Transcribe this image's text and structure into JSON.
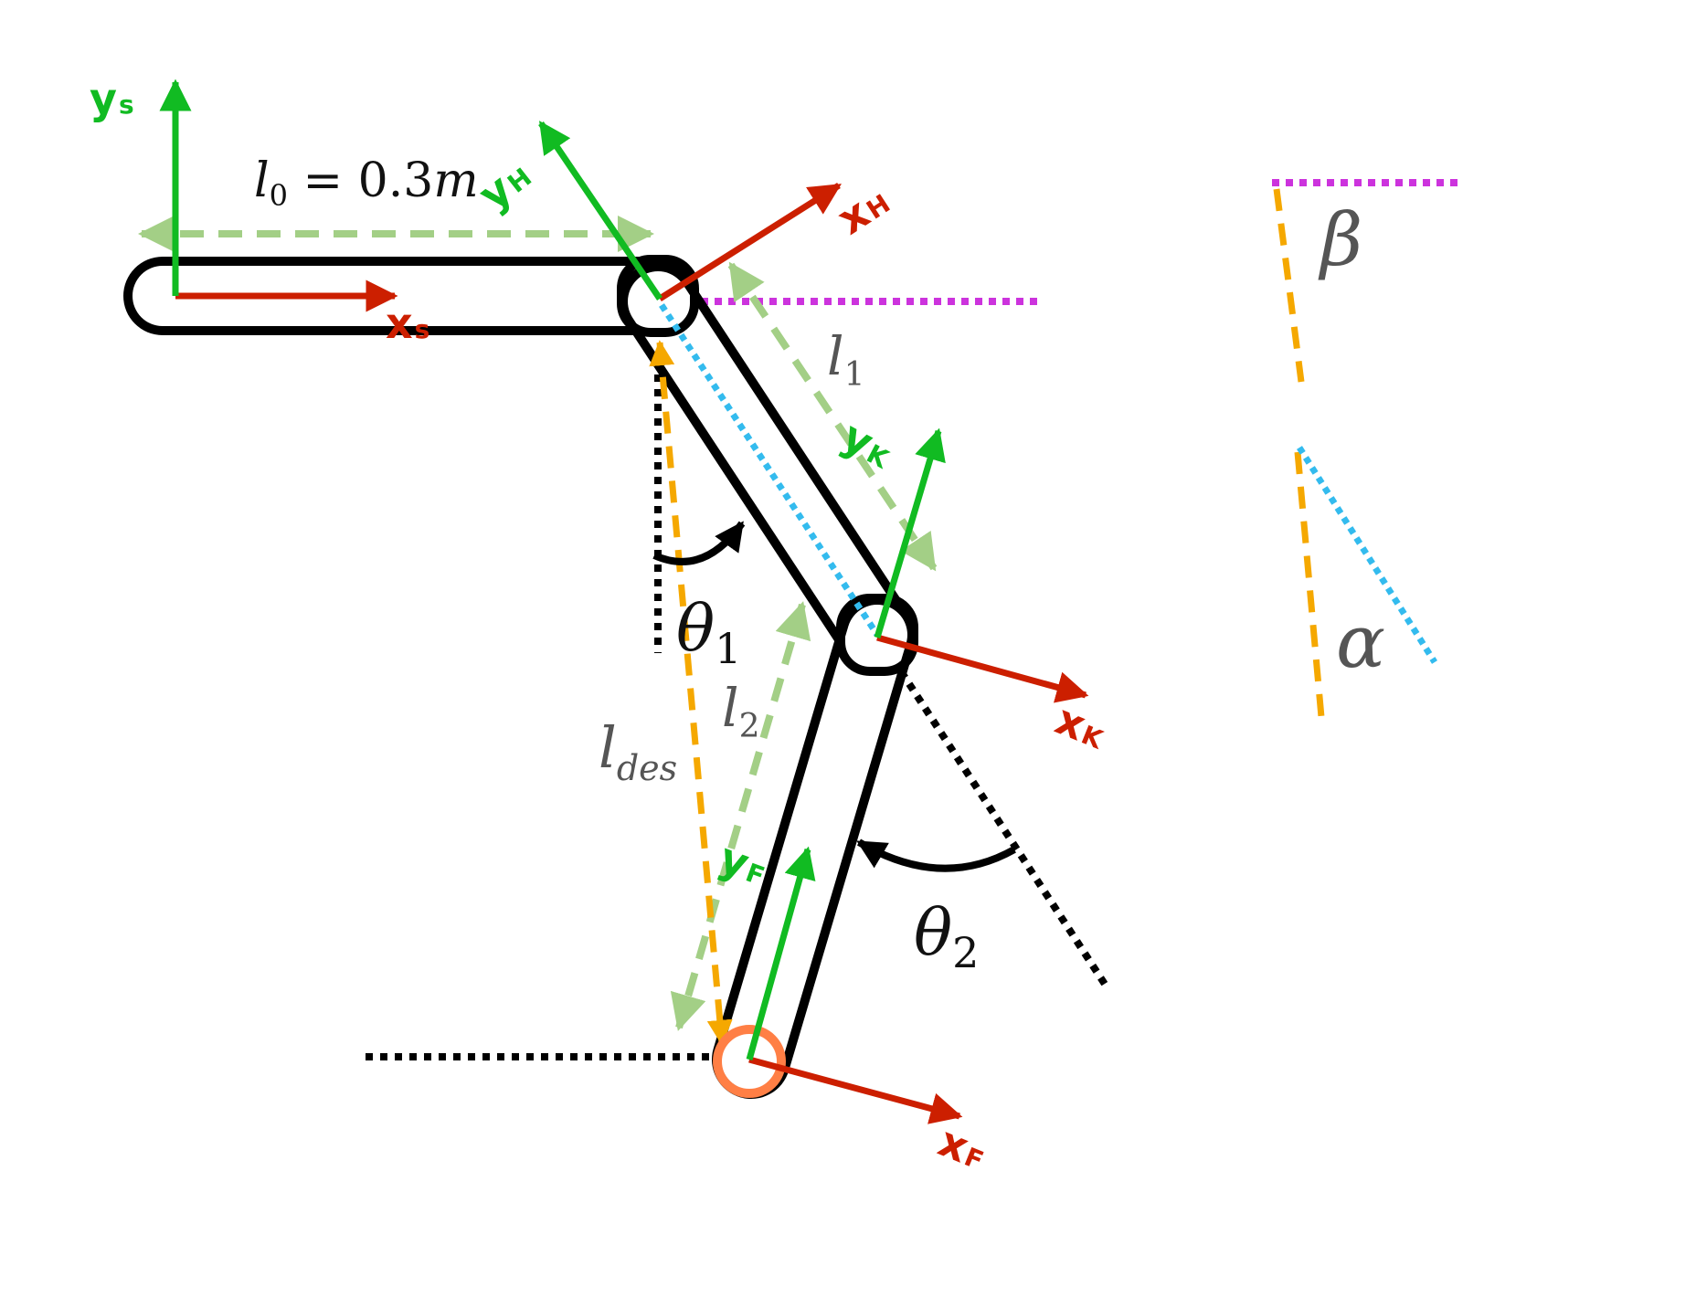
{
  "colors": {
    "link": "#000000",
    "x_axis": "#cc1f00",
    "y_axis": "#11bb22",
    "length_dim": "#a3cf86",
    "l_des": "#f5a800",
    "horizontal_ref": "#cc33dd",
    "leg_line": "#33bbee",
    "foot_circle": "#ff7f45",
    "angle_text": "#111111",
    "length_text": "#555555"
  },
  "frames": {
    "s": {
      "x": "x",
      "x_sub": "s",
      "y": "y",
      "y_sub": "s"
    },
    "h": {
      "x": "x",
      "x_sub": "H",
      "y": "y",
      "y_sub": "H"
    },
    "k": {
      "x": "x",
      "x_sub": "K",
      "y": "y",
      "y_sub": "K"
    },
    "f": {
      "x": "x",
      "x_sub": "F",
      "y": "y",
      "y_sub": "F"
    }
  },
  "labels": {
    "l0": {
      "sym": "l",
      "sub": "0",
      "eq": " = 0.3",
      "unit": "m"
    },
    "l1": {
      "sym": "l",
      "sub": "1"
    },
    "l2": {
      "sym": "l",
      "sub": "2"
    },
    "ldes": {
      "sym": "l",
      "sub": "des"
    },
    "theta1": {
      "sym": "θ",
      "sub": "1"
    },
    "theta2": {
      "sym": "θ",
      "sub": "2"
    },
    "beta": "β",
    "alpha": "α"
  }
}
